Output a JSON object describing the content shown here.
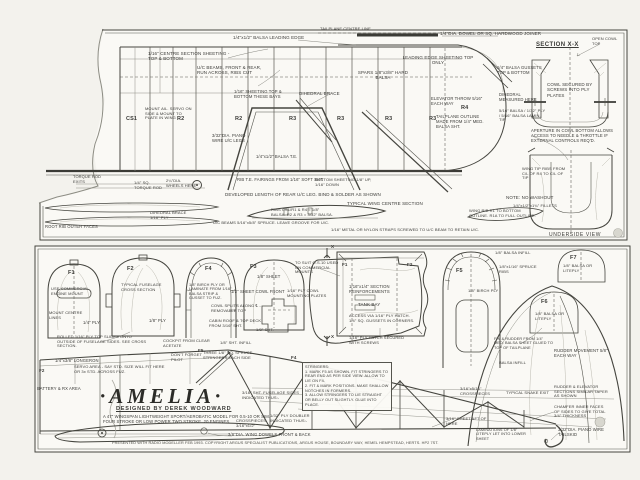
{
  "page": {
    "ink": "#45453f",
    "paper": "#faf9f5",
    "background": "#f3f2ed"
  },
  "top_panel": {
    "section_label": "SECTION X-X",
    "underside_label": "UNDERSIDE VIEW",
    "ribs": [
      "CS1",
      "R2",
      "R2",
      "R3",
      "R3",
      "R3",
      "R3",
      "R4"
    ],
    "notes": [
      "1/4\"x1/2\" BALSA LEADING EDGE",
      "TAILPLANE CENTRE LINE",
      "1/4\"DIA. DOWEL OR SQ. HARDWOOD JOINER",
      "OPEN COWL TOP",
      "1/16\" CENTRE SECTION SHEETING - TOP & BOTTOM",
      "U/C BEAMS, FRONT & REAR, RUN ACROSS, RIBS CUT",
      "LEADING EDGE SHEETING TOP ONLY",
      "SPARS 1/8\"x3/8\" HARD BALSA",
      "1/16\" SHEETING TOP & BOTTOM THESE BAYS",
      "DIHEDRAL BRACE",
      "1/4\" BALSA GUSSETS TOP & BOTTOM",
      "COWL SECURED BY SCREWS INTO PLY PLATES",
      "MOUNT AIL. SERVO ON SIDE & MOUNT TO PLATE IN WING",
      "3/32\"DIA. PIANO WIRE U/C LEGS",
      "ELEVATOR THROW 5/16\" EACH WAY",
      "TAILPLANE OUTLINE MADE FROM 1/4\" MED. BALSA SHT.",
      "DIHEDRAL MEASURED HERE",
      "5/16\" BALSA / 1/32\" PLY / 5/16\" BALSA LAMIN. TIP",
      "1/4\"x1/2\" BALSA T.E.",
      "TORQUE ROD EXITS",
      "1/4\" SQ. TORQUE ROD",
      "2¼\"DIA. WHEELS HERE",
      "RIB T.E. FAIRINGS FROM 1/16\" SOFT SHT.",
      "BOTTOM SHEETING 1/8\" UP, 1/16\" DOWN",
      "DEVELOPED LENGTH OF REAR U/C LEG. BIND & SOLDER AS SHOWN",
      "TYPICAL WING CENTRE SECTION",
      "RIBS CS1/R1 & R4 = 1/8\" BALSA. R2 & R3 = 3/32\" BALSA.",
      "U/C BEAMS 5/16\"x5/8\" SPRUCE. LEAVE GROOVE FOR U/C.",
      "1/16\" METAL OR NYLON STRAPS SCREWED TO U/C BEAM TO RETAIN U/C.",
      "WING TIP RIBS FROM C/L OF R4 TO C/L OF TIP",
      "NOTE: NO WASHOUT",
      "1/4\"x1/2\"x1¾\" FILLETS",
      "APERTURE IN COWL BOTTOM ALLOWS ACCESS TO NEEDLE & THROTTLE IF EXTERNAL CONTROLS REQ'D.",
      "WING RIB R1 TO BOTTOM OUTLINE. R1A TO FULL OUTLINE.",
      "ROOT RIB OUTER FACES",
      "DIHEDRAL BRACE 1/16\" PLY"
    ]
  },
  "bottom_panel": {
    "formers": [
      "F1",
      "F2",
      "F4",
      "F3",
      "F5",
      "F6",
      "F7"
    ],
    "markers": {
      "x_top": "X",
      "x_bottom": "X",
      "f1": "F1",
      "f2": "F2",
      "f5": "F5",
      "f4": "F4",
      "f2_side": "F2"
    },
    "notes": [
      "USE COMMERCIAL ENGINE MOUNT",
      "MOUNT CENTRE LINES",
      "1/4\" PLY",
      "TYPICAL FUSELAGE CROSS SECTION",
      "1/8\" PLY",
      "1/8\" BIRCH PLY OR LAMINATE FROM 1/16\" BALSA STRIP & GUSSET TO FUZ.",
      "1/8\" SHEET",
      "1/2\" SHEET COWL FRONT",
      "COWL SPLITS ALONG ℄ - REMOVABLE TOP",
      "TO SUIT O.S.10 USED ON COMMERCIAL MOUNTS",
      "1/16\" PLY COWL MOUNTING PLATES",
      "CABIN ROOF & TOP DECK FROM 3/16\" SHT.",
      "1/8\" SHT.",
      "1/16\"x1/4\" SECTION REINFORCEMENTS",
      "TANK BAY",
      "ACCESS VIA 1/16\" PLY HATCH. 1/4\" SQ. GUSSETS IN CORNERS.",
      "1/16\" PLY HATCH SECURED WITH SCREWS",
      "1/8\" BALSA INFILL",
      "1/8\"x1/16\" SPRUCE RIBS",
      "1/8\" BIRCH PLY",
      "1/8\" BALSA OR LITEPLY",
      "1/8\" BALSA OR LITEPLY",
      "FIN & RUDDER FROM 1/4\" MED. BALSA SHEET GLUED TO TOP OF TAILPLANE",
      "RUDDER MOVEMENT 5/8\" EACH WAY",
      "BALSA INFILL",
      "3/16\"x5/16\" CROSSPIECES",
      "TYPICAL SNAKE EXIT",
      "RUDDER & ELEVATOR SECTIONS SIMILAR TAPER AS SHOWN",
      "CHAMFER INNER FACES OF SIDES TO GIVE TOTAL 3/4\" THICKNESS",
      "3/16\" SHEET AFT OF HERE",
      "LAMINATIONS OF 1/8\" LITEPLY LET INTO LOWER SHEET",
      "3/32\"DIA. PIANO WIRE TAILSKID",
      "THREE 1/8\" SQ. SPRUCE STRINGERS EACH SIDE",
      "1/8\" SHT. INFILL",
      "ROLLED 1/16\" PLY TOP SLIDES ONTO OUTSIDE OF FUSELAGE SIDES. SEE CROSS SECTION.",
      "1/4\"x3/8\" LONGERON",
      "COCKPIT FROM CLEAR ACETATE",
      "DON'T FORGET PILOT",
      "SERVO AREA - SAY STD. SIZE WILL FIT HERE OR 3x STD. ACROSS FUZ.",
      "BATTERY & RX AREA",
      "CROSSPIECES 3/16\"x1/2\"",
      "3/16\" SHT. FUSELAGE SIDES INDICATED THUS:-",
      "3/16\" SQ. FRAMEWORK",
      "1/32\" PLY DOUBLER INDICATED THUS:-",
      "3/8\"DIA. WING DOWELS FRONT & BACK"
    ],
    "stringer_note": "STRINGERS:\n1. MARK F5 AS SHOWN. FIT STRINGERS TO REAR END AS PER SIDE VIEW. ALLOW TO LIE ON F4.\n2. FIT & MARK POSITIONS. MAKE SHALLOW NOTCHES IN FORMERS.\n3. ALLOW STRINGERS TO LIE STRAIGHT OR BELLY OUT SLIGHTLY. GLUE INTO PLACE.",
    "title_block": {
      "title": "·AMELIA·",
      "designer": "DESIGNED BY DEREK WOODWARD",
      "description": "A 47\" WINGSPAN LIGHTWEIGHT SPORT/AEROBATIC MODEL FOR 0.5-10 OR SIM.\nFOUR STROKE OR LOW POWER TWO STROKE .20 ENGINES."
    },
    "footer": "PRESENTED WITH RADIO MODELLER FEB 1993. COPYRIGHT ARGUS SPECIALIST PUBLICATIONS, ARGUS HOUSE, BOUNDARY WAY, HEMEL HEMPSTEAD, HERTS. HP2 7ST."
  }
}
